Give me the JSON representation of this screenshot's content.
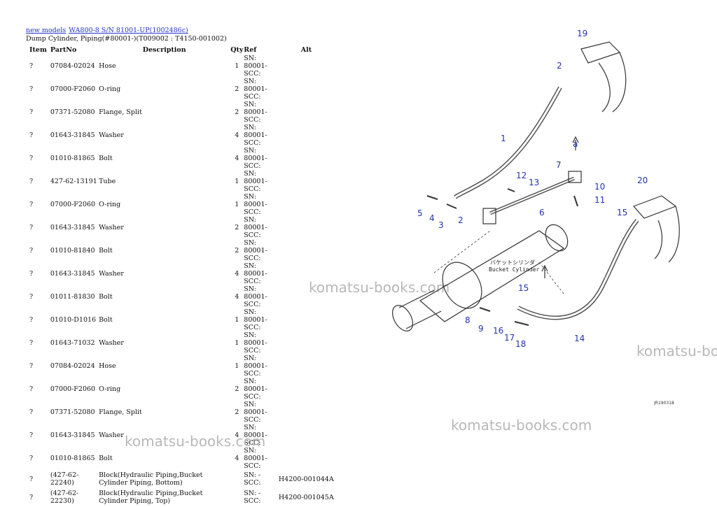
{
  "breadcrumb": {
    "link1": "new models",
    "link2": "WA800-8 S/N  81001-UP(1002486c)"
  },
  "subtitle": "Dump Cylinder, Piping(#80001-)(T009002 : T4150-001002)",
  "table": {
    "headers": {
      "item": "Item",
      "partno": "PartNo",
      "desc": "Description",
      "qty": "Qty",
      "ref": "Ref",
      "alt": "Alt"
    },
    "rows": [
      {
        "item": "?",
        "partno": "07084-02024",
        "desc": "Hose",
        "qty": "1",
        "ref": "SN: 80001-\nSCC:",
        "alt": ""
      },
      {
        "item": "?",
        "partno": "07000-F2060",
        "desc": "O-ring",
        "qty": "2",
        "ref": "SN: 80001-\nSCC:",
        "alt": ""
      },
      {
        "item": "?",
        "partno": "07371-52080",
        "desc": "Flange, Split",
        "qty": "2",
        "ref": "SN: 80001-\nSCC:",
        "alt": ""
      },
      {
        "item": "?",
        "partno": "01643-31845",
        "desc": "Washer",
        "qty": "4",
        "ref": "SN: 80001-\nSCC:",
        "alt": ""
      },
      {
        "item": "?",
        "partno": "01010-81865",
        "desc": "Bolt",
        "qty": "4",
        "ref": "SN: 80001-\nSCC:",
        "alt": ""
      },
      {
        "item": "?",
        "partno": "427-62-13191",
        "desc": "Tube",
        "qty": "1",
        "ref": "SN: 80001-\nSCC:",
        "alt": ""
      },
      {
        "item": "?",
        "partno": "07000-F2060",
        "desc": "O-ring",
        "qty": "1",
        "ref": "SN: 80001-\nSCC:",
        "alt": ""
      },
      {
        "item": "?",
        "partno": "01643-31845",
        "desc": "Washer",
        "qty": "2",
        "ref": "SN: 80001-\nSCC:",
        "alt": ""
      },
      {
        "item": "?",
        "partno": "01010-81840",
        "desc": "Bolt",
        "qty": "2",
        "ref": "SN: 80001-\nSCC:",
        "alt": ""
      },
      {
        "item": "?",
        "partno": "01643-31845",
        "desc": "Washer",
        "qty": "4",
        "ref": "SN: 80001-\nSCC:",
        "alt": ""
      },
      {
        "item": "?",
        "partno": "01011-81830",
        "desc": "Bolt",
        "qty": "4",
        "ref": "SN: 80001-\nSCC:",
        "alt": ""
      },
      {
        "item": "?",
        "partno": "01010-D1016",
        "desc": "Bolt",
        "qty": "1",
        "ref": "SN: 80001-\nSCC:",
        "alt": ""
      },
      {
        "item": "?",
        "partno": "01643-71032",
        "desc": "Washer",
        "qty": "1",
        "ref": "SN: 80001-\nSCC:",
        "alt": ""
      },
      {
        "item": "?",
        "partno": "07084-02024",
        "desc": "Hose",
        "qty": "1",
        "ref": "SN: 80001-\nSCC:",
        "alt": ""
      },
      {
        "item": "?",
        "partno": "07000-F2060",
        "desc": "O-ring",
        "qty": "2",
        "ref": "SN: 80001-\nSCC:",
        "alt": ""
      },
      {
        "item": "?",
        "partno": "07371-52080",
        "desc": "Flange, Split",
        "qty": "2",
        "ref": "SN: 80001-\nSCC:",
        "alt": ""
      },
      {
        "item": "?",
        "partno": "01643-31845",
        "desc": "Washer",
        "qty": "4",
        "ref": "SN: 80001-\nSCC:",
        "alt": ""
      },
      {
        "item": "?",
        "partno": "01010-81865",
        "desc": "Bolt",
        "qty": "4",
        "ref": "SN: 80001-\nSCC:",
        "alt": ""
      },
      {
        "item": "?",
        "partno": "(427-62-22240)",
        "desc": "Block(Hydraulic Piping,Bucket Cylinder Piping, Bottom)",
        "qty": "",
        "ref": "SN: -\nSCC:",
        "alt": "H4200-001044A"
      },
      {
        "item": "?",
        "partno": "(427-62-22230)",
        "desc": "Block(Hydraulic Piping,Bucket Cylinder Piping, Top)",
        "qty": "",
        "ref": "SN: -\nSCC:",
        "alt": "H4200-001045A"
      }
    ]
  },
  "watermark": "komatsu-books.com",
  "diagram": {
    "callouts": [
      "19",
      "2",
      "1",
      "a",
      "7",
      "12",
      "13",
      "10",
      "11",
      "5",
      "4",
      "3",
      "2",
      "6",
      "20",
      "15",
      "15",
      "8",
      "9",
      "16",
      "17",
      "18",
      "14"
    ],
    "label_jp": "バケットシリンダ",
    "label_en": "Bucket Cylinder",
    "fig_code": "JR190318"
  }
}
